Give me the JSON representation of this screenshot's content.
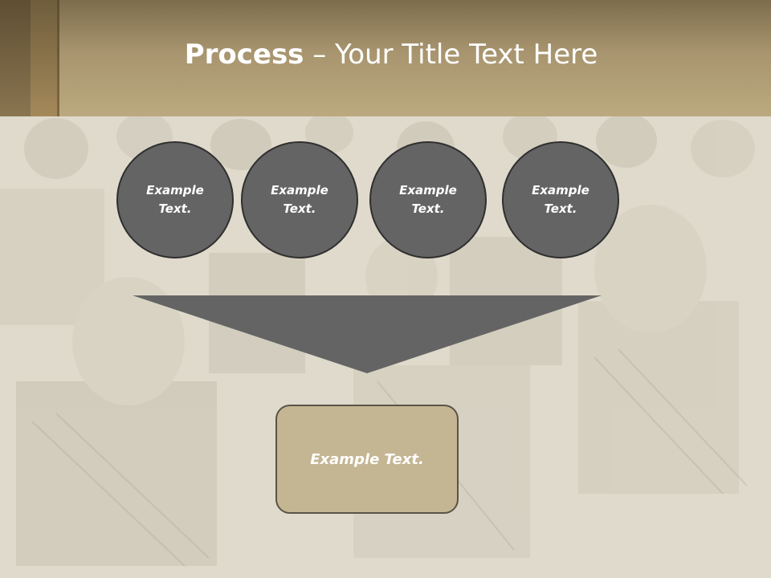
{
  "slide": {
    "title_strong": "Process",
    "title_rest": " – Your Title Text Here"
  },
  "circles": [
    {
      "text": "Example Text."
    },
    {
      "text": "Example Text."
    },
    {
      "text": "Example Text."
    },
    {
      "text": "Example Text."
    }
  ],
  "result_box": {
    "text": "Example Text."
  },
  "colors": {
    "header": "#bba97f",
    "circle_fill": "#646464",
    "funnel_fill": "#646464",
    "result_fill": "#c5b693"
  },
  "background_image": {
    "icon": "vintage-accordion-orchestra-photo"
  }
}
